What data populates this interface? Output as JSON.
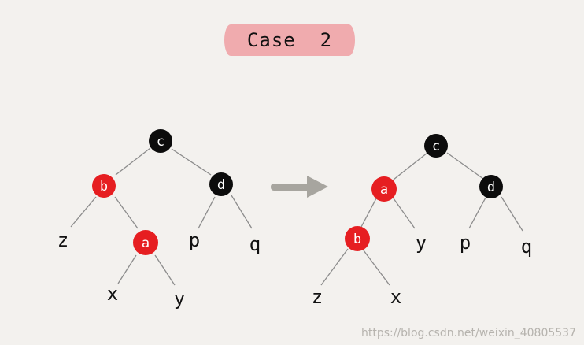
{
  "title": "Case  2",
  "colors": {
    "red": "#e61e21",
    "black": "#0c0c0c",
    "edge": "#8c8c8c",
    "arrow": "#a7a59f",
    "title_highlight": "#f0a5a8"
  },
  "left_tree": {
    "nodes": [
      {
        "label": "c",
        "color": "black"
      },
      {
        "label": "b",
        "color": "red"
      },
      {
        "label": "d",
        "color": "black"
      },
      {
        "label": "a",
        "color": "red"
      }
    ],
    "leaves": [
      "z",
      "x",
      "y",
      "p",
      "q"
    ]
  },
  "right_tree": {
    "nodes": [
      {
        "label": "c",
        "color": "black"
      },
      {
        "label": "a",
        "color": "red"
      },
      {
        "label": "d",
        "color": "black"
      },
      {
        "label": "b",
        "color": "red"
      }
    ],
    "leaves": [
      "y",
      "p",
      "q",
      "z",
      "x"
    ]
  },
  "watermark": "https://blog.csdn.net/weixin_40805537"
}
